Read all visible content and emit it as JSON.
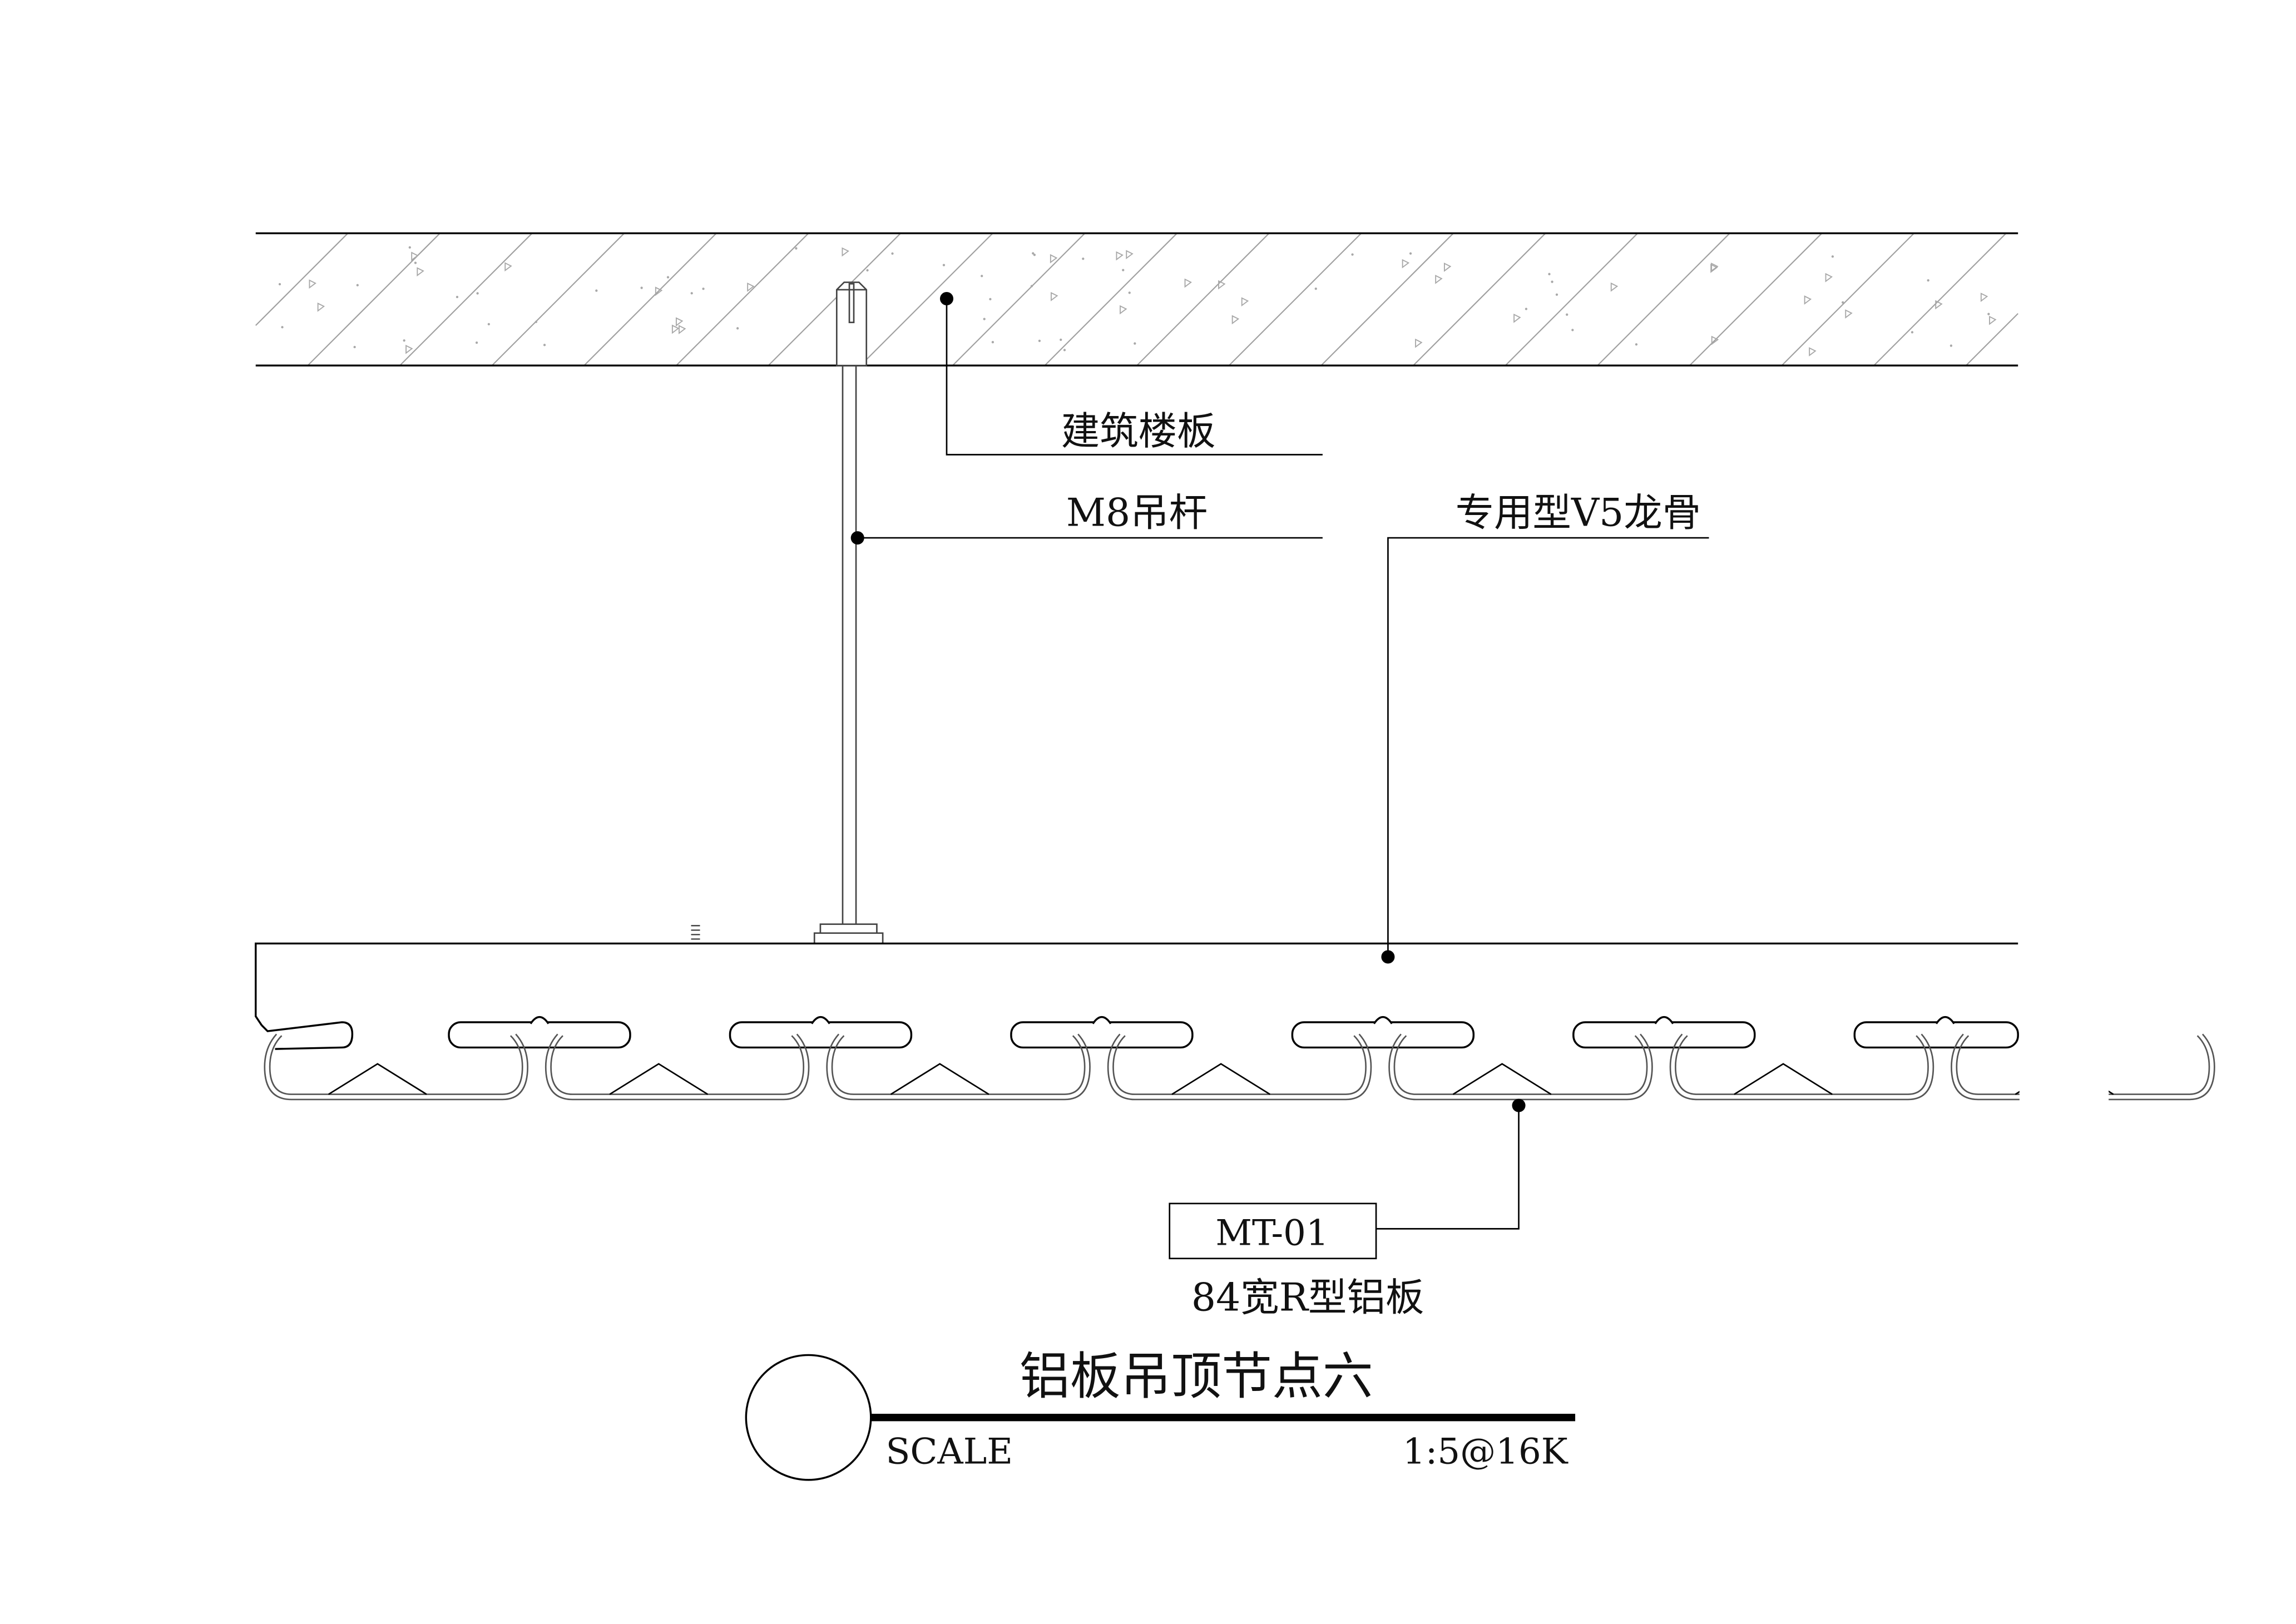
{
  "labels": {
    "floor_slab": "建筑楼板",
    "hanger_rod": "M8吊杆",
    "keel": "专用型V5龙骨",
    "material_code": "MT-01",
    "panel": "84宽R型铝板"
  },
  "title_block": {
    "title": "铝板吊顶节点六",
    "scale_label": "SCALE",
    "scale_value": "1:5@16K"
  },
  "colors": {
    "line": "#000000",
    "hatch": "#9a9a9a",
    "panel": "#555555"
  }
}
